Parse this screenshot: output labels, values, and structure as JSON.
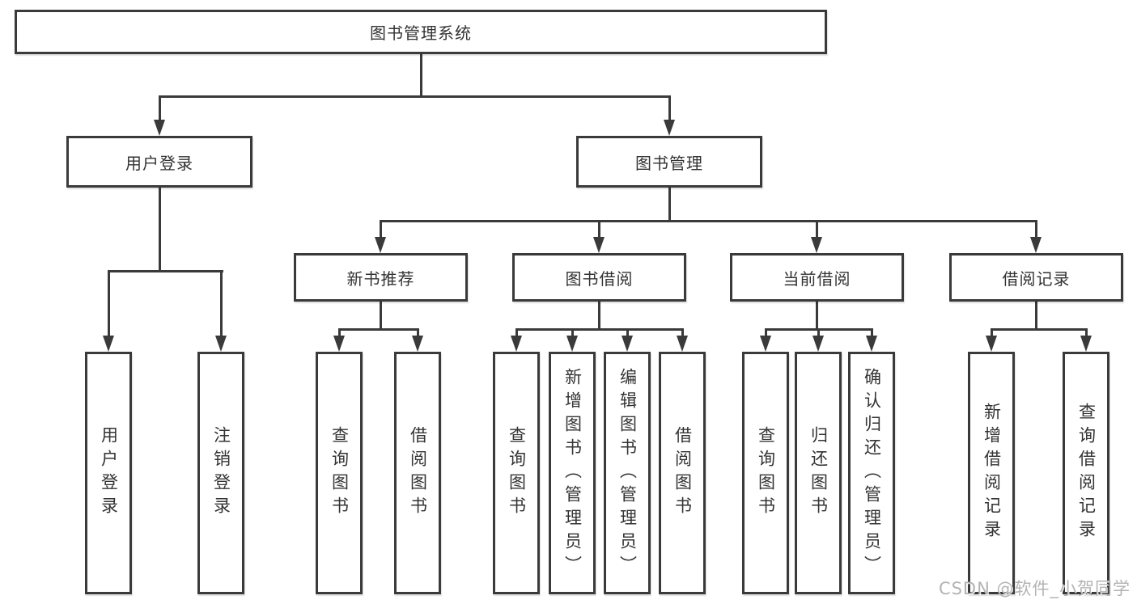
{
  "tree": {
    "root": {
      "label": "图书管理系统"
    },
    "branches": [
      {
        "label": "用户登录",
        "leaves": [
          "用户登录",
          "注销登录"
        ]
      },
      {
        "label": "图书管理",
        "sections": [
          {
            "label": "新书推荐",
            "leaves": [
              "查询图书",
              "借阅图书"
            ]
          },
          {
            "label": "图书借阅",
            "leaves": [
              "查询图书",
              "新增图书（管理员）",
              "编辑图书（管理员）",
              "借阅图书"
            ]
          },
          {
            "label": "当前借阅",
            "leaves": [
              "查询图书",
              "归还图书",
              "确认归还（管理员）"
            ]
          },
          {
            "label": "借阅记录",
            "leaves": [
              "新增借阅记录",
              "查询借阅记录"
            ]
          }
        ]
      }
    ]
  },
  "watermark": {
    "text": "CSDN @软件_小贺同学"
  },
  "colors": {
    "line": "#3a3a3a",
    "box_border": "#3a3a3a",
    "box_fill": "#ffffff",
    "text": "#333333",
    "watermark": "#b3b3b3",
    "background": "#ffffff"
  }
}
